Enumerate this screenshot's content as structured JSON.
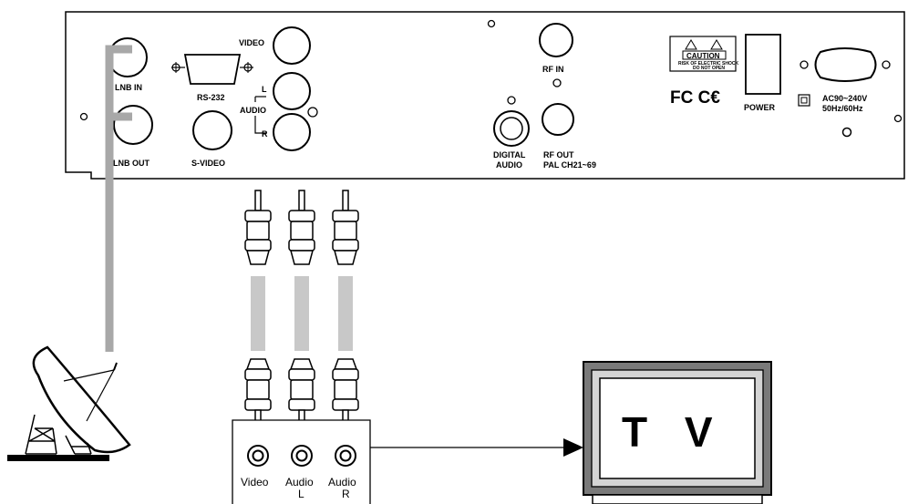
{
  "panel": {
    "labels": {
      "lnb_in": "LNB IN",
      "lnb_out": "LNB OUT",
      "rs232": "RS-232",
      "svideo": "S-VIDEO",
      "video": "VIDEO",
      "l": "L",
      "audio": "AUDIO",
      "r": "R",
      "rf_in": "RF IN",
      "digital": "DIGITAL",
      "audio2": "AUDIO",
      "rf_out": "RF OUT",
      "pal": "PAL CH21~69",
      "power": "POWER",
      "ac": "AC90~240V",
      "hz": "50Hz/60Hz",
      "caution": "CAUTION",
      "caution_sub1": "RISK OF ELECTRIC SHOCK",
      "caution_sub2": "DO NOT OPEN",
      "fc_ce": "FC C€"
    }
  },
  "jacks": {
    "video": "Video",
    "audio": "Audio",
    "l": "L",
    "r": "R"
  },
  "tv": {
    "label": "T V"
  },
  "colors": {
    "cable": "#c8c8c8",
    "antenna_cable": "#a8a8a8",
    "tv_frame": "#7a7a7a",
    "tv_bezel": "#d4d4d4",
    "line": "#000000"
  }
}
